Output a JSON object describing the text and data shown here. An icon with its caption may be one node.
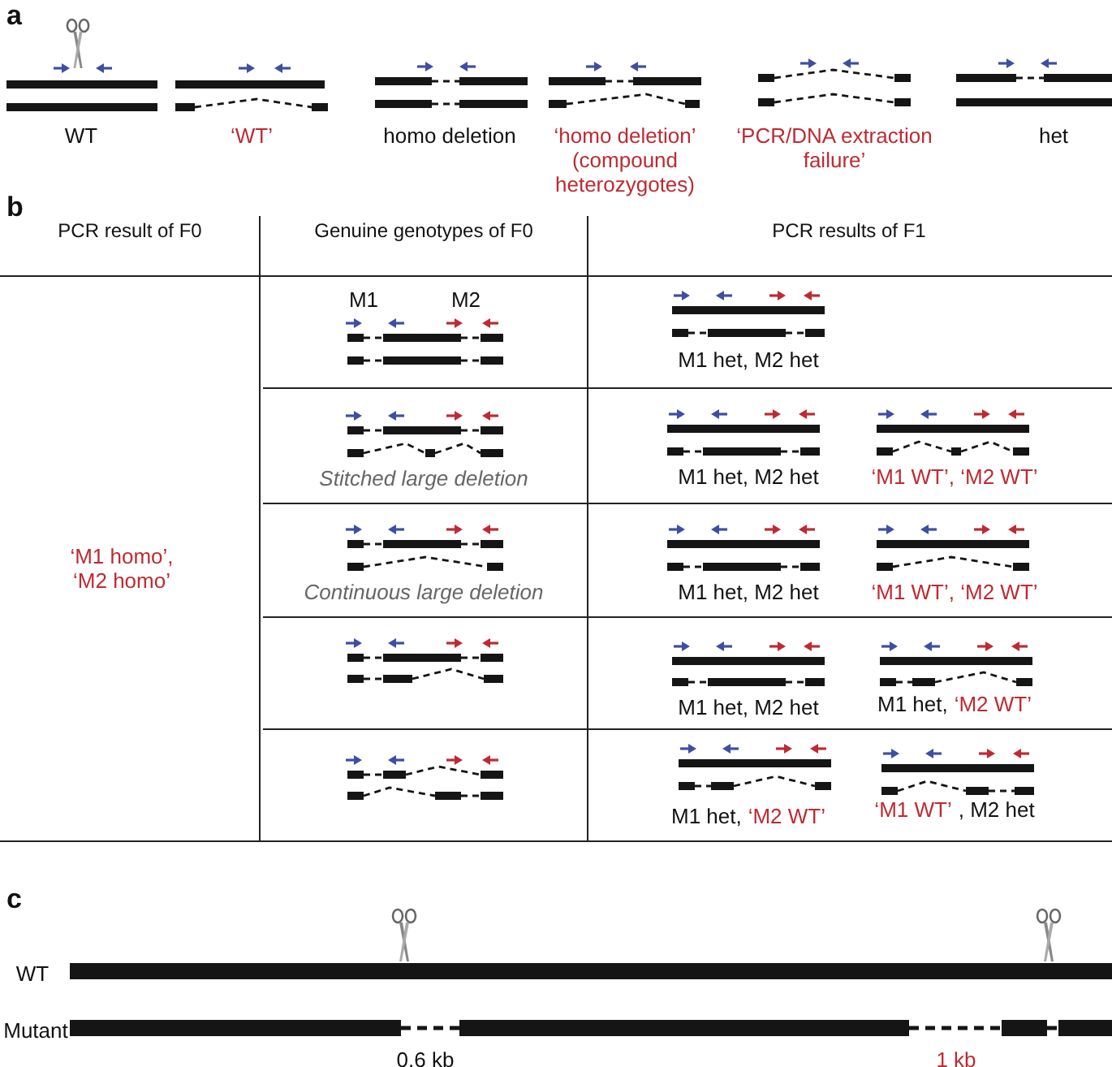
{
  "diagram": {
    "labels": [
      "a",
      "WT",
      "‘WT’",
      "homo deletion",
      "‘homo deletion’ (compound heterozygotes)",
      "‘PCR/DNA extraction failure’",
      "het",
      "b",
      "PCR result of F0",
      "Genuine genotypes of F0",
      "PCR results of F1",
      "‘M1 homo’, ‘M2 homo’",
      "M1",
      "M2",
      "M1 het, M2 het",
      "Stitched large deletion",
      "M1 het, M2 het",
      "‘M1 WT’, ‘M2 WT’",
      "Continuous large deletion",
      "M1 het, M2 het",
      "‘M1 WT’, ‘M2 WT’",
      "M1 het, M2 het",
      "M1 het,",
      "‘M2 WT’",
      "M1 het,",
      "‘M2 WT’",
      "‘M1 WT’",
      ", M2 het",
      "c",
      "WT",
      "Mutant",
      "0.6 kb",
      "1 kb"
    ]
  }
}
